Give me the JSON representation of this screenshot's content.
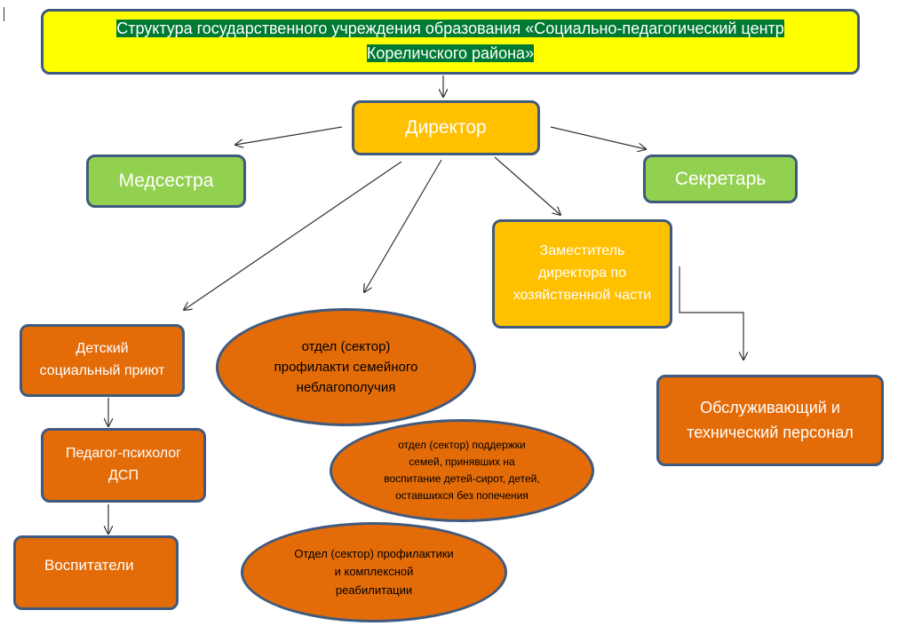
{
  "colors": {
    "title_fill": "#ffff00",
    "title_text_bg": "#007a33",
    "director_fill": "#ffc000",
    "green_fill": "#92d050",
    "orange_fill": "#e36c09",
    "border": "#3f5a7e",
    "arrow": "#333333"
  },
  "nodes": {
    "title": {
      "line1": "Структура государственного учреждения образования «Социально-педагогический центр",
      "line2": "Кореличского района»"
    },
    "director": "Директор",
    "nurse": "Медсестра",
    "secretary": "Секретарь",
    "deputy": {
      "line1": "Заместитель",
      "line2": "директора по",
      "line3": "хозяйственной части"
    },
    "shelter": {
      "line1": "Детский",
      "line2": "социальный приют"
    },
    "psychologist": {
      "line1": "Педагог-психолог",
      "line2": "ДСП"
    },
    "educators": "Воспитатели",
    "prevention_dept": {
      "line1": "отдел (сектор)",
      "line2": "профилакти семейного",
      "line3": "неблагополучия"
    },
    "support_dept": {
      "line1": "отдел (сектор) поддержки",
      "line2": "семей, принявших на",
      "line3": "воспитание детей-сирот, детей,",
      "line4": "оставшихся без попечения"
    },
    "rehab_dept": {
      "line1": "Отдел (сектор) профилактики",
      "line2": "и комплексной",
      "line3": "реабилитации"
    },
    "service_staff": {
      "line1": "Обслуживающий и",
      "line2": "технический персонал"
    }
  }
}
